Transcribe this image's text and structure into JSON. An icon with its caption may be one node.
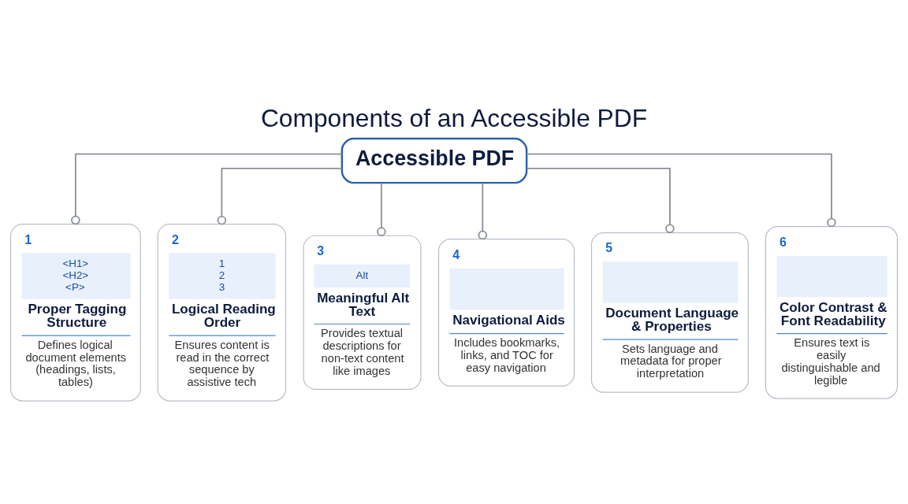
{
  "diagram": {
    "title": "Components of an Accessible PDF",
    "nodes": [
      {
        "text": [
          "Accessible PDF"
        ]
      },
      {
        "text": [
          "1",
          "<H1>",
          "<H2>",
          "<P>",
          "Proper Tagging Structure",
          "Defines logical document elements (headings, lists, tables)"
        ]
      },
      {
        "text": [
          "2",
          "1",
          "2",
          "3",
          "Logical Reading Order",
          "Ensures content is read in the correct sequence by assistive tech"
        ]
      },
      {
        "text": [
          "3",
          "Alt",
          "Meaningful Alt Text",
          "Provides textual descriptions for non-text content like images"
        ]
      },
      {
        "text": [
          "4",
          "Navigational Aids",
          "Includes bookmarks, links, and TOC for easy navigation"
        ]
      },
      {
        "text": [
          "5",
          "Document Language & Properties",
          "Sets language and metadata for proper interpretation"
        ]
      },
      {
        "text": [
          "6",
          "Color Contrast & Font Readability",
          "Ensures text is easily distinguishable and legible"
        ]
      }
    ],
    "edges": [
      {
        "from": 0,
        "to": 1,
        "arrow": "other"
      },
      {
        "from": 0,
        "to": 2,
        "arrow": "other"
      },
      {
        "from": 0,
        "to": 3,
        "arrow": "other"
      },
      {
        "from": 0,
        "to": 4,
        "arrow": "other"
      },
      {
        "from": 0,
        "to": 5,
        "arrow": "other"
      },
      {
        "from": 0,
        "to": 6,
        "arrow": "other"
      }
    ]
  }
}
